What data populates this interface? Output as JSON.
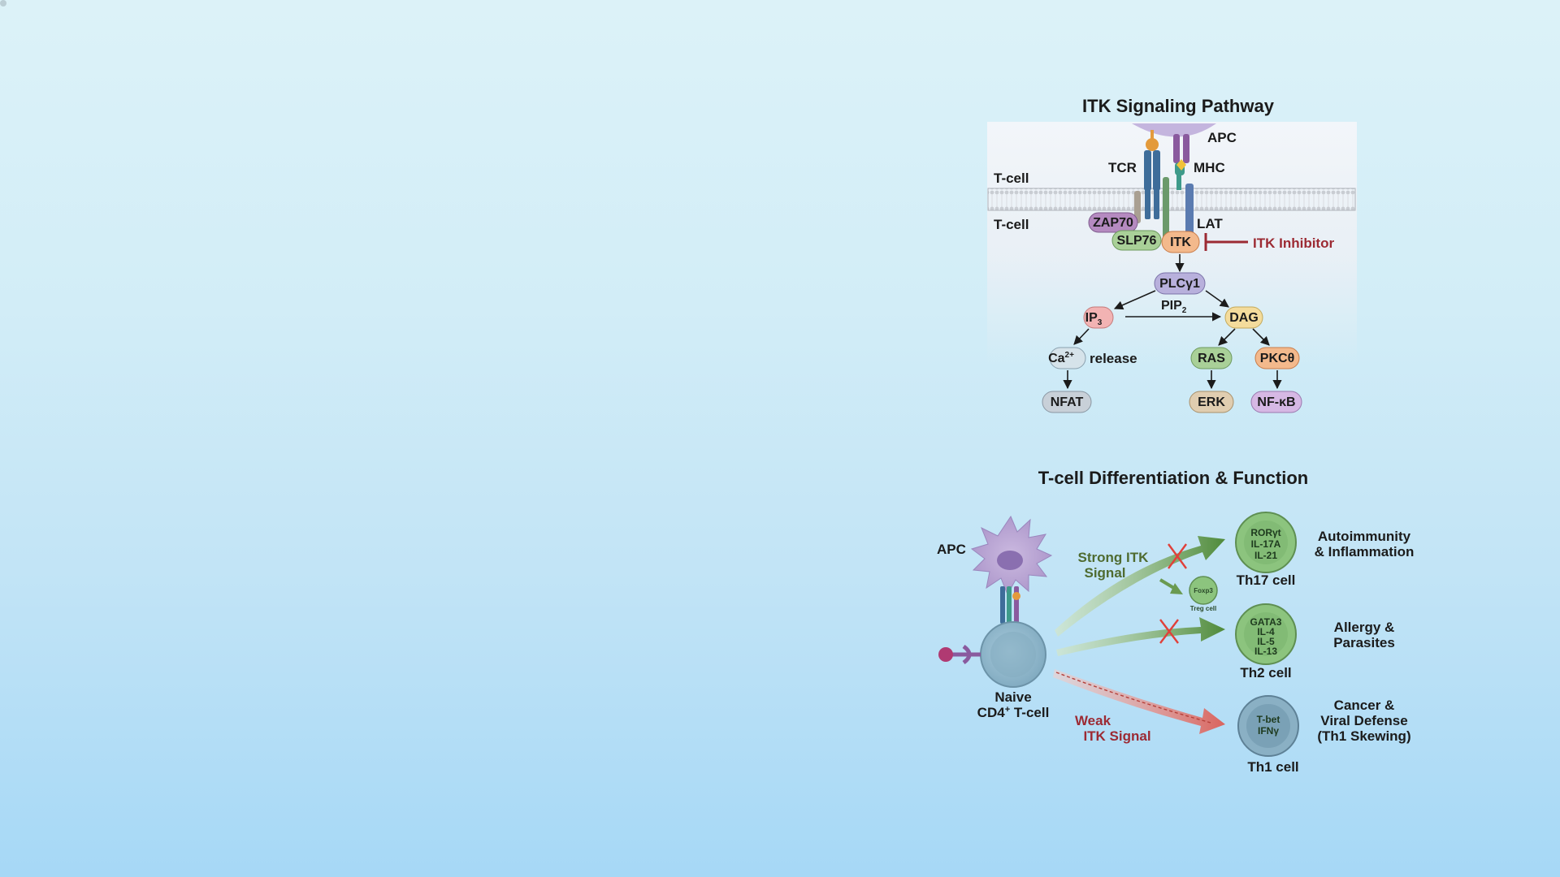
{
  "pathway": {
    "title": "ITK Signaling Pathway",
    "labels": {
      "apc": "APC",
      "tcr": "TCR",
      "mhc": "MHC",
      "tcell_top": "T-cell",
      "tcell_bottom": "T-cell",
      "lat": "LAT",
      "inhibitor": "ITK Inhibitor",
      "pip2": "PIP",
      "pip2_sub": "2",
      "release": "release"
    },
    "nodes": {
      "zap70": "ZAP70",
      "slp76": "SLP76",
      "itk": "ITK",
      "plcg1": "PLCγ1",
      "ip3": "IP",
      "ip3_sub": "3",
      "dag": "DAG",
      "ca": "Ca",
      "ca_sup": "2+",
      "ras": "RAS",
      "pkc": "PKCθ",
      "nfat": "NFAT",
      "erk": "ERK",
      "nfkb": "NF-κB"
    }
  },
  "differentiation": {
    "title": "T-cell Differentiation & Function",
    "apc": "APC",
    "naive_line1": "Naive",
    "naive_line2": "CD4",
    "naive_sup": "+",
    "naive_line2_end": " T-cell",
    "strong_line1": "Strong ITK",
    "strong_line2": "Signal",
    "weak_line1": "Weak",
    "weak_line2": "ITK Signal",
    "treg_inner": "Foxp3",
    "treg_label": "Treg cell",
    "th17": {
      "inner": [
        "RORγt",
        "IL-17A",
        "IL-21"
      ],
      "label": "Th17 cell",
      "fn": [
        "Autoimmunity",
        "& Inflammation"
      ]
    },
    "th2": {
      "inner": [
        "GATA3",
        "IL-4",
        "IL-5",
        "IL-13"
      ],
      "label": "Th2 cell",
      "fn": [
        "Allergy &",
        "Parasites"
      ]
    },
    "th1": {
      "inner": [
        "T-bet",
        "IFNγ"
      ],
      "label": "Th1 cell",
      "fn": [
        "Cancer &",
        "Viral Defense",
        "(Th1 Skewing)"
      ]
    }
  },
  "colors": {
    "green_arrow": "#4f8a3a",
    "red_arrow": "#d9645e",
    "inhibitor": "#9c2a33",
    "th17_fill": "#8cc47e",
    "th2_fill": "#8cc47e",
    "th1_fill": "#8ab0c4"
  }
}
